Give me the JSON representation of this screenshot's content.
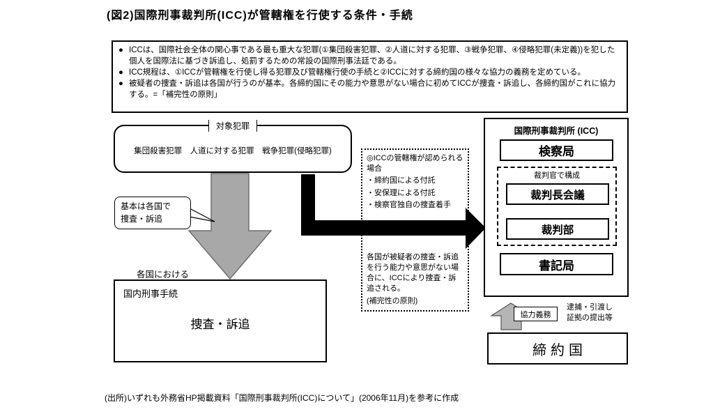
{
  "title": "(図2)国際刑事裁判所(ICC)が管轄権を行使する条件・手続",
  "summary_box": {
    "marker": "●",
    "bullets": [
      "ICCは、国際社会全体の関心事である最も重大な犯罪(①集団殺害犯罪、②人道に対する犯罪、③戦争犯罪、④侵略犯罪(未定義))を犯した個人を国際法に基づき訴追し、処罰するための常設の国際刑事法廷である。",
      "ICC規程は、①ICCが管轄権を行使し得る犯罪及び管轄権行使の手続と②ICCに対する締約国の様々な協力の義務を定めている。",
      "被疑者の捜査・訴追は各国が行うのが基本。各締約国にその能力や意思がない場合に初めてICCが捜査・訴追し、各締約国がこれに協力する。=「補完性の原則」"
    ]
  },
  "target_crimes": {
    "label": "対象犯罪",
    "content": "集団殺害犯罪　人道に対する犯罪　戦争犯罪(侵略犯罪)"
  },
  "callout": {
    "text": "基本は各国で\n捜査・訴追"
  },
  "domestic": {
    "heading": "各国における",
    "label": "国内刑事手続",
    "content": "捜査・訴追"
  },
  "conditions": {
    "heading": "◎ICCの管轄権が認められる場合",
    "items": [
      "・締約国による付託",
      "・安保理による付託",
      "・検察官独自の捜査着手"
    ],
    "note": "各国が被疑者の捜査・訴追を行う能力や意思がない場合に、ICCにより捜査・訴追される。",
    "principle": "(補完性の原則)"
  },
  "icc": {
    "title": "国際刑事裁判所 (ICC)",
    "prosecutor": "検察局",
    "judges_label": "裁判官で構成",
    "presidency": "裁判長会議",
    "chambers": "裁判部",
    "registry": "書記局"
  },
  "cooperation": {
    "label": "協力義務",
    "details": "逮捕・引渡し\n証拠の提出等"
  },
  "states_parties": {
    "label": "締約国"
  },
  "colors": {
    "arrow_gray": "#a8a8a8",
    "arrow_black": "#000000"
  },
  "source": "(出所)いずれも外務省HP掲載資料「国際刑事裁判所(ICC)について」(2006年11月)を参考に作成"
}
